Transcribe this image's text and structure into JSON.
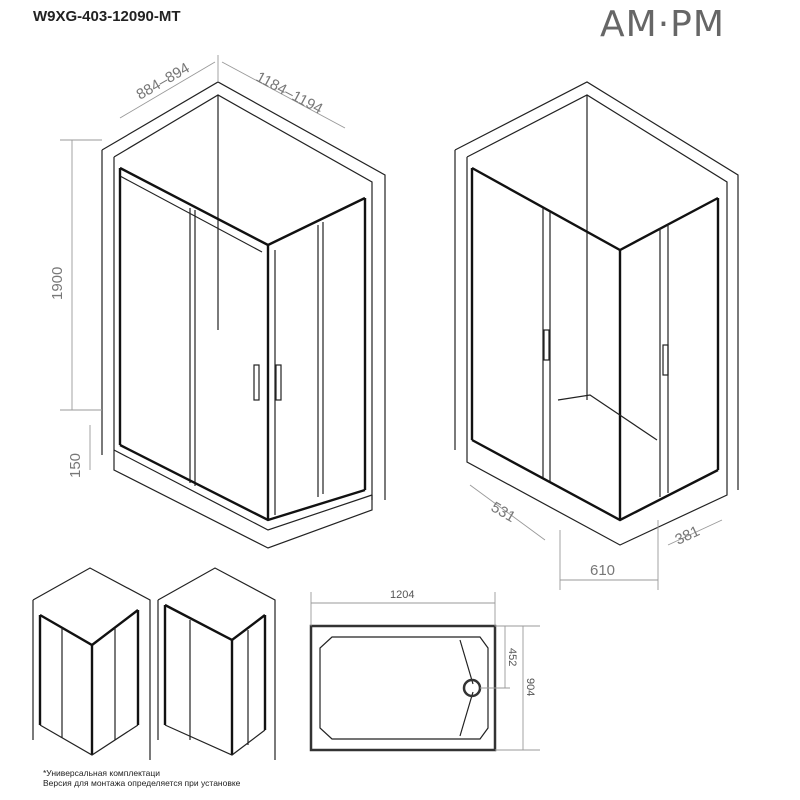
{
  "header": {
    "model": "W9XG-403-12090-MT",
    "logo": "AM·PM"
  },
  "dimensions": {
    "side_width": "884–894",
    "front_width": "1184–1194",
    "height": "1900",
    "tray_height": "150",
    "depth_531": "531",
    "entry_610": "610",
    "side_381": "381",
    "tray_length": "1204",
    "drain_offset": "452",
    "tray_width": "904"
  },
  "notes": [
    "*Универсальная комплектаци",
    "Версия для монтажа определяется при установке"
  ],
  "colors": {
    "line": "#222222",
    "dimension": "#999999",
    "logo": "#666666"
  }
}
